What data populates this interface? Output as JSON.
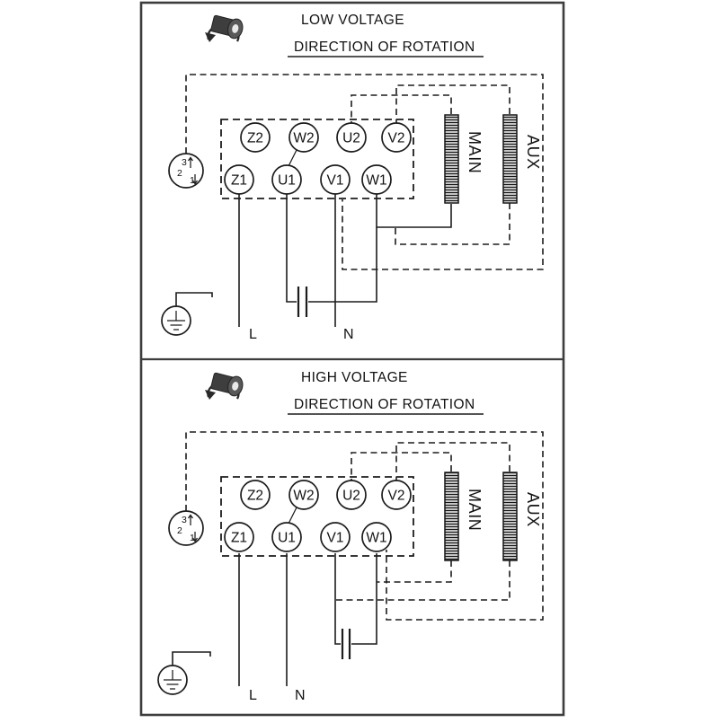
{
  "panels": [
    {
      "title": "LOW VOLTAGE",
      "subtitle": "DIRECTION OF ROTATION",
      "terminals_top": [
        "Z2",
        "W2",
        "U2",
        "V2"
      ],
      "terminals_bottom": [
        "Z1",
        "U1",
        "V1",
        "W1"
      ],
      "winding_main": "MAIN",
      "winding_aux": "AUX",
      "selector": [
        "3",
        "2",
        "1"
      ],
      "label_l": "L",
      "label_n": "N"
    },
    {
      "title": "HIGH VOLTAGE",
      "subtitle": "DIRECTION OF ROTATION",
      "terminals_top": [
        "Z2",
        "W2",
        "U2",
        "V2"
      ],
      "terminals_bottom": [
        "Z1",
        "U1",
        "V1",
        "W1"
      ],
      "winding_main": "MAIN",
      "winding_aux": "AUX",
      "selector": [
        "3",
        "2",
        "1"
      ],
      "label_l": "L",
      "label_n": "N"
    }
  ],
  "colors": {
    "line": "#1c1c1c",
    "border": "#3d3d3d",
    "background": "#ffffff"
  }
}
